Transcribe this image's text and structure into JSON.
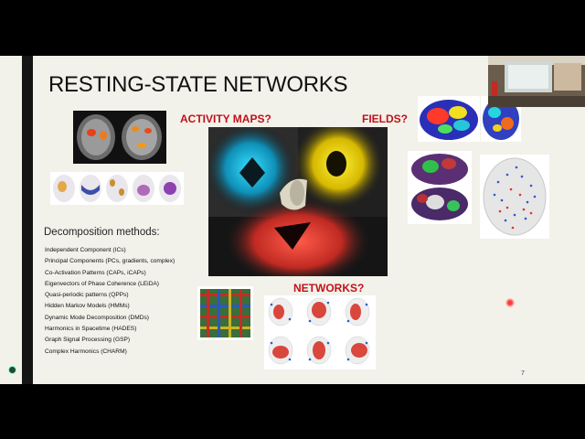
{
  "slide": {
    "title": "RESTING-STATE NETWORKS",
    "labels": {
      "activity_maps": "ACTIVITY MAPS?",
      "fields": "FIELDS?",
      "networks": "NETWORKS?"
    },
    "decomposition_heading": "Decomposition methods:",
    "methods": [
      "Independent Component (ICs)",
      "Principal Components (PCs, gradients, complex)",
      "Co-Activation Patterns (CAPs, iCAPs)",
      "Eigenvectors of Phase Coherence (LEiDA)",
      "Quasi-periodic patterns (QPPs)",
      "Hidden Markov Models (HMMs)",
      "Dynamic Mode Decomposition (DMDs)",
      "Harmonics in Spacetime (HADES)",
      "Graph Signal Processing (GSP)",
      "Complex Harmonics (CHARM)"
    ],
    "page_number": "7"
  },
  "colors": {
    "slide_bg": "#f2f1ea",
    "accent_red": "#c0121a",
    "sidebar_bar": "#151515"
  }
}
